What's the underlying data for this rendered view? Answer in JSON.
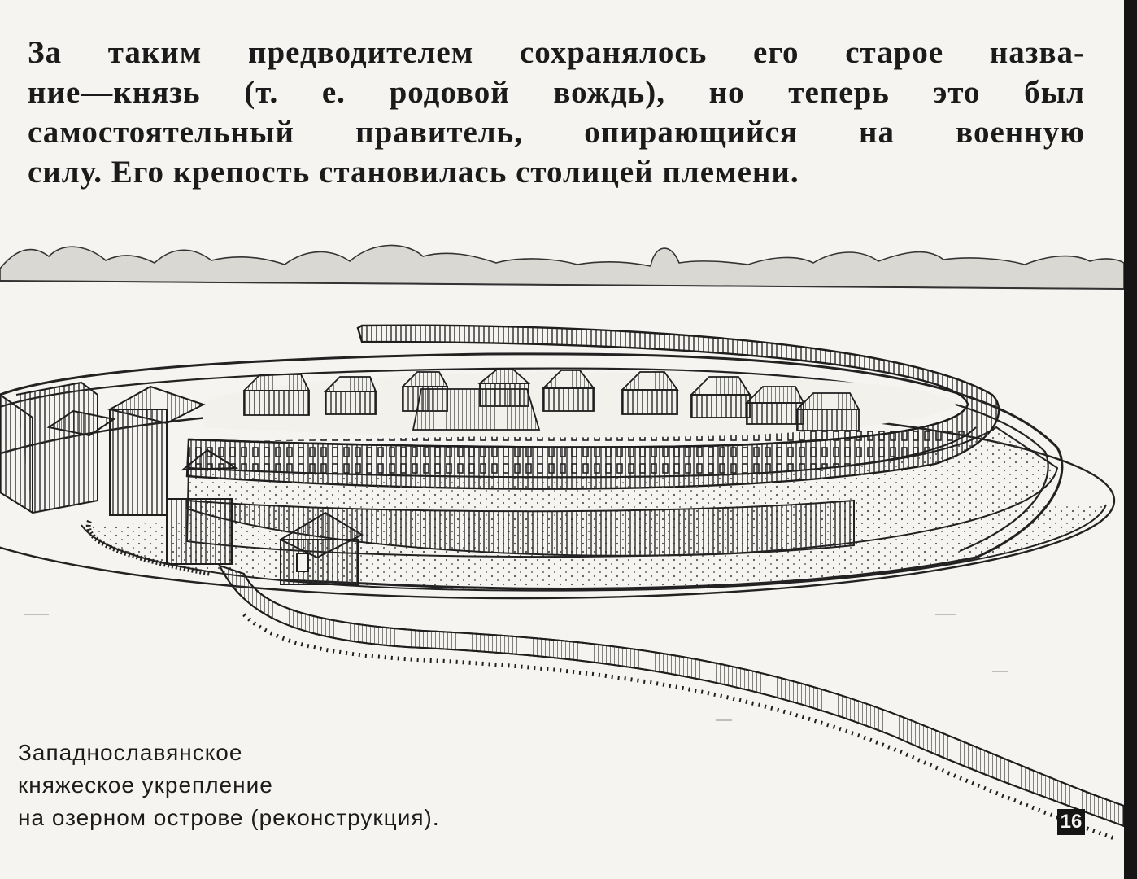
{
  "slide": {
    "text_lines": [
      "За таким предводителем сохранялось его старое назва-",
      "ние—князь (т. е. родовой вождь), но теперь это был",
      "самостоятельный правитель, опирающийся на военную",
      "силу. Его крепость становилась столицей племени."
    ],
    "caption_lines": [
      "Западнославянское",
      "княжеское укрепление",
      "на озерном острове (реконструкция)."
    ],
    "page_number": "16"
  }
}
